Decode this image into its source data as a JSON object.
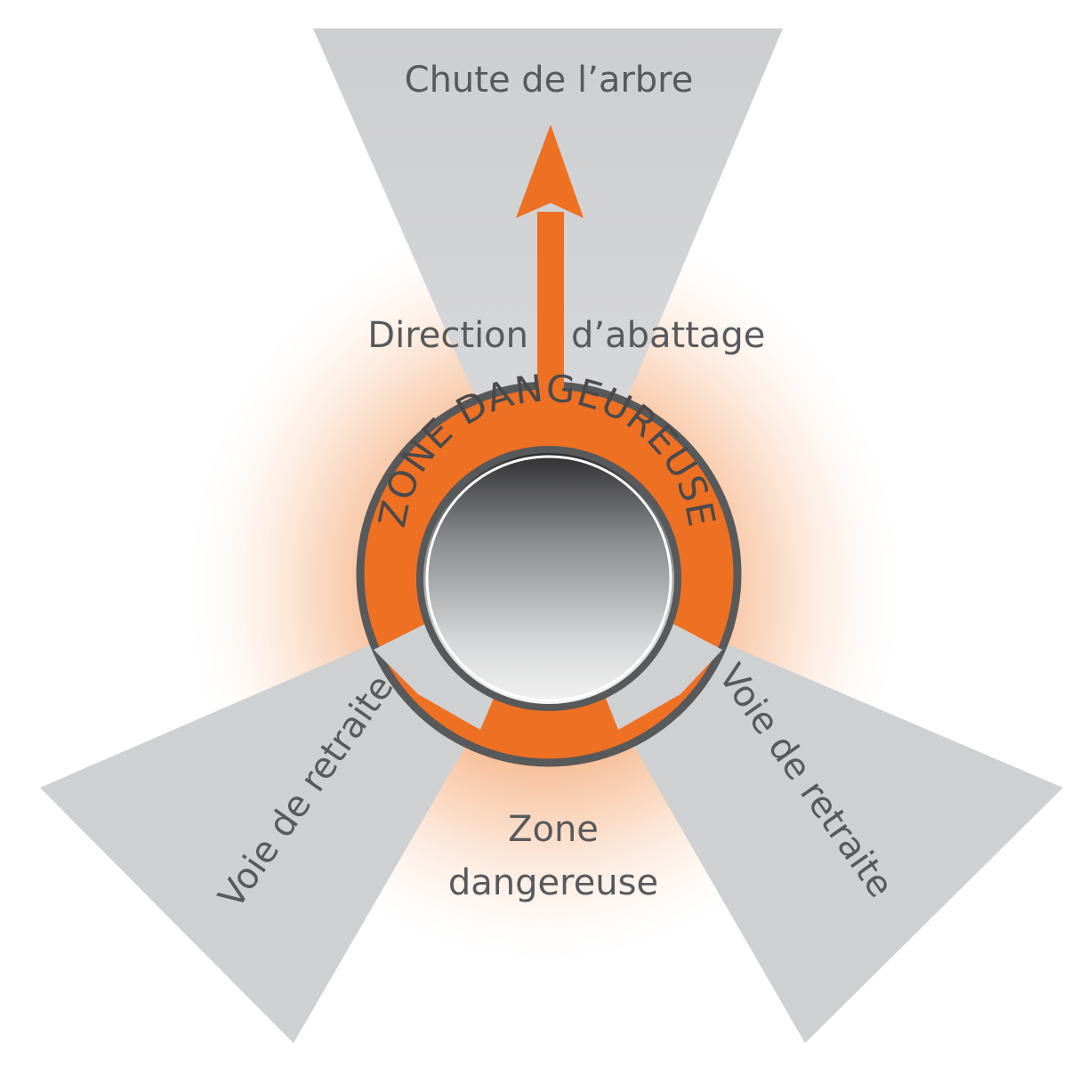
{
  "labels": {
    "tree_fall": "Chute de l’arbre",
    "direction_left": "Direction",
    "direction_right": "d’abattage",
    "ring_text": "ZONE DANGEUREUSE",
    "retreat_left": "Voie de retraite",
    "retreat_right": "Voie de retraite",
    "danger_zone_line1": "Zone",
    "danger_zone_line2": "dangereuse"
  },
  "colors": {
    "accent_orange": "#ee7023",
    "sector_gray": "#cfd0d2",
    "outline_dark": "#58595b"
  }
}
